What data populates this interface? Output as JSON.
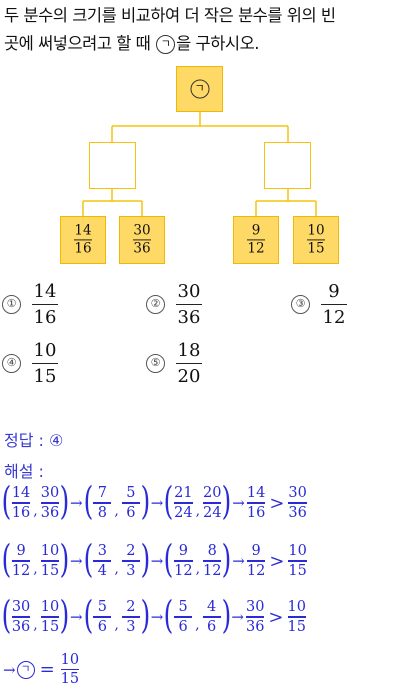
{
  "question": {
    "line1": "두 분수의 크기를 비교하여 더 작은 분수를 위의 빈",
    "line2_pre": "곳에 써넣으려고 할 때 ",
    "marker": "ㄱ",
    "line2_post": "을 구하시오."
  },
  "tree": {
    "top": "ㄱ",
    "leaves": [
      {
        "num": "14",
        "den": "16"
      },
      {
        "num": "30",
        "den": "36"
      },
      {
        "num": "9",
        "den": "12"
      },
      {
        "num": "10",
        "den": "15"
      }
    ]
  },
  "choices": [
    {
      "mark": "①",
      "num": "14",
      "den": "16"
    },
    {
      "mark": "②",
      "num": "30",
      "den": "36"
    },
    {
      "mark": "③",
      "num": "9",
      "den": "12"
    },
    {
      "mark": "④",
      "num": "10",
      "den": "15"
    },
    {
      "mark": "⑤",
      "num": "18",
      "den": "20"
    }
  ],
  "answer": {
    "label": "정답 :",
    "value": "④"
  },
  "explanation_label": "해설 :",
  "solutions": [
    {
      "a": [
        {
          "n": "14",
          "d": "16"
        },
        {
          "n": "30",
          "d": "36"
        }
      ],
      "b": [
        {
          "n": "7",
          "d": "8"
        },
        {
          "n": "5",
          "d": "6"
        }
      ],
      "c": [
        {
          "n": "21",
          "d": "24"
        },
        {
          "n": "20",
          "d": "24"
        }
      ],
      "result": [
        {
          "n": "14",
          "d": "16"
        },
        {
          "n": "30",
          "d": "36"
        }
      ]
    },
    {
      "a": [
        {
          "n": "9",
          "d": "12"
        },
        {
          "n": "10",
          "d": "15"
        }
      ],
      "b": [
        {
          "n": "3",
          "d": "4"
        },
        {
          "n": "2",
          "d": "3"
        }
      ],
      "c": [
        {
          "n": "9",
          "d": "12"
        },
        {
          "n": "8",
          "d": "12"
        }
      ],
      "result": [
        {
          "n": "9",
          "d": "12"
        },
        {
          "n": "10",
          "d": "15"
        }
      ]
    },
    {
      "a": [
        {
          "n": "30",
          "d": "36"
        },
        {
          "n": "10",
          "d": "15"
        }
      ],
      "b": [
        {
          "n": "5",
          "d": "6"
        },
        {
          "n": "2",
          "d": "3"
        }
      ],
      "c": [
        {
          "n": "5",
          "d": "6"
        },
        {
          "n": "4",
          "d": "6"
        }
      ],
      "result": [
        {
          "n": "30",
          "d": "36"
        },
        {
          "n": "10",
          "d": "15"
        }
      ]
    }
  ],
  "final": {
    "arrow": "→",
    "marker": "ㄱ",
    "eq": "=",
    "num": "10",
    "den": "15"
  },
  "symbols": {
    "arrow": "→",
    "gt": ">",
    "comma": ","
  }
}
